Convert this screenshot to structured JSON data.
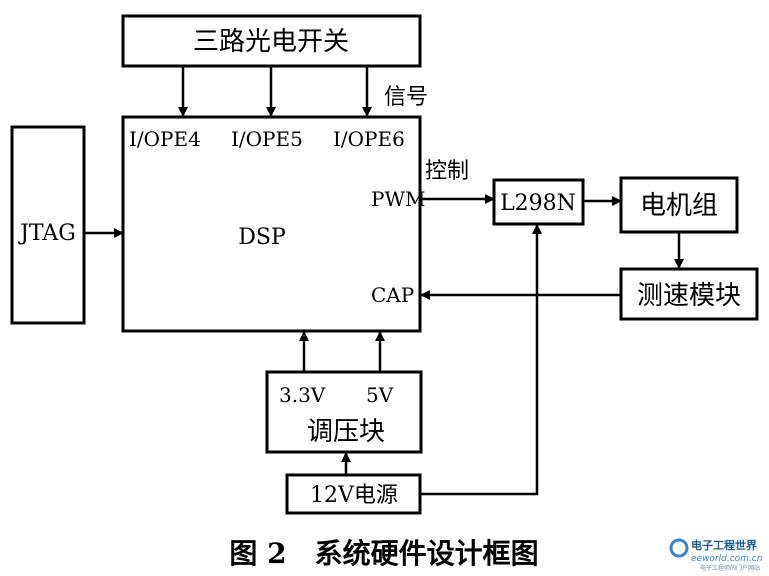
{
  "blocks": {
    "switches": "三路光电开关",
    "jtag": "JTAG",
    "dsp": "DSP",
    "l298n": "L298N",
    "motor": "电机组",
    "speed": "测速模块",
    "regulator": "调压块",
    "power": "12V电源"
  },
  "dsp_pins": {
    "io4": "I/OPE4",
    "io5": "I/OPE5",
    "io6": "I/OPE6",
    "pwm": "PWM",
    "cap": "CAP"
  },
  "regulator_outputs": {
    "v33": "3.3V",
    "v5": "5V"
  },
  "labels": {
    "signal": "信号",
    "control": "控制"
  },
  "caption": "图 2　系统硬件设计框图",
  "watermark": {
    "site": "电子工程世界",
    "url": "eeworld.com.cn",
    "slogan": "电子工程师的门户网站"
  }
}
